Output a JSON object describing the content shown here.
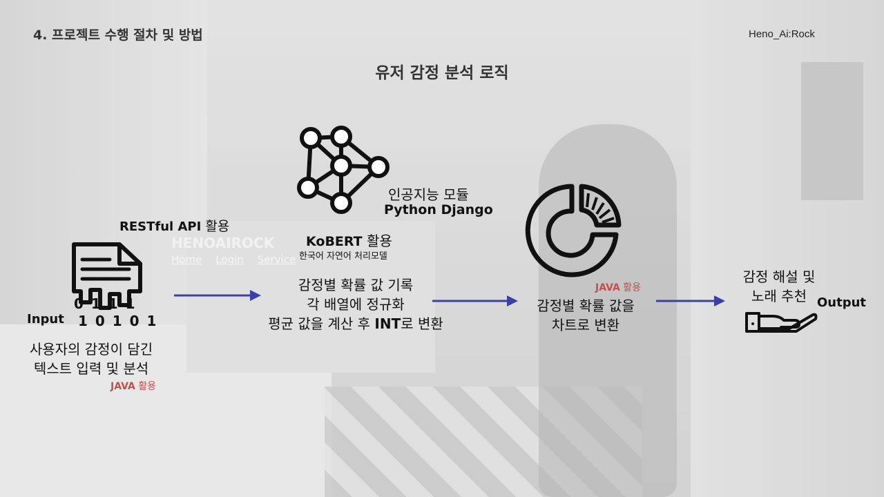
{
  "header": {
    "section_title": "4. 프로젝트 수행 절차 및 방법",
    "brand": "Heno_Ai:Rock"
  },
  "slide": {
    "title": "유저 감정 분석 로직"
  },
  "background_site": {
    "logo": "HENOAIROCK",
    "nav": [
      "Home",
      "Login",
      "Service"
    ]
  },
  "input_step": {
    "label": "Input",
    "binary_top": "0 1 1 1",
    "binary_bottom": "1 0 1 0 1",
    "desc_line1": "사용자의 감정이 담긴",
    "desc_line2": "텍스트 입력 및 분석",
    "tech_name": "JAVA",
    "tech_suffix": " 활용",
    "api_name": "RESTful API",
    "api_suffix": " 활용"
  },
  "ai_step": {
    "module_label": "인공지능 모듈",
    "framework": "Python Django",
    "model_name": "KoBERT",
    "model_suffix": " 활용",
    "model_desc": "한국어 자연어 처리모델",
    "process_line1": "감정별 확률 값 기록",
    "process_line2": "각 배열에 정규화",
    "process_line3_a": "평균 값을 계산 후 ",
    "process_line3_b": "INT",
    "process_line3_c": "로 변환"
  },
  "chart_step": {
    "tech_name": "JAVA",
    "tech_suffix": " 활용",
    "desc_line1": "감정별 확률 값을",
    "desc_line2": "차트로 변환"
  },
  "output_step": {
    "desc_line1": "감정 해설 및",
    "desc_line2": "노래 추천",
    "label": "Output"
  },
  "colors": {
    "arrow": "#3c3fa8",
    "accent_red": "#c0504d"
  }
}
